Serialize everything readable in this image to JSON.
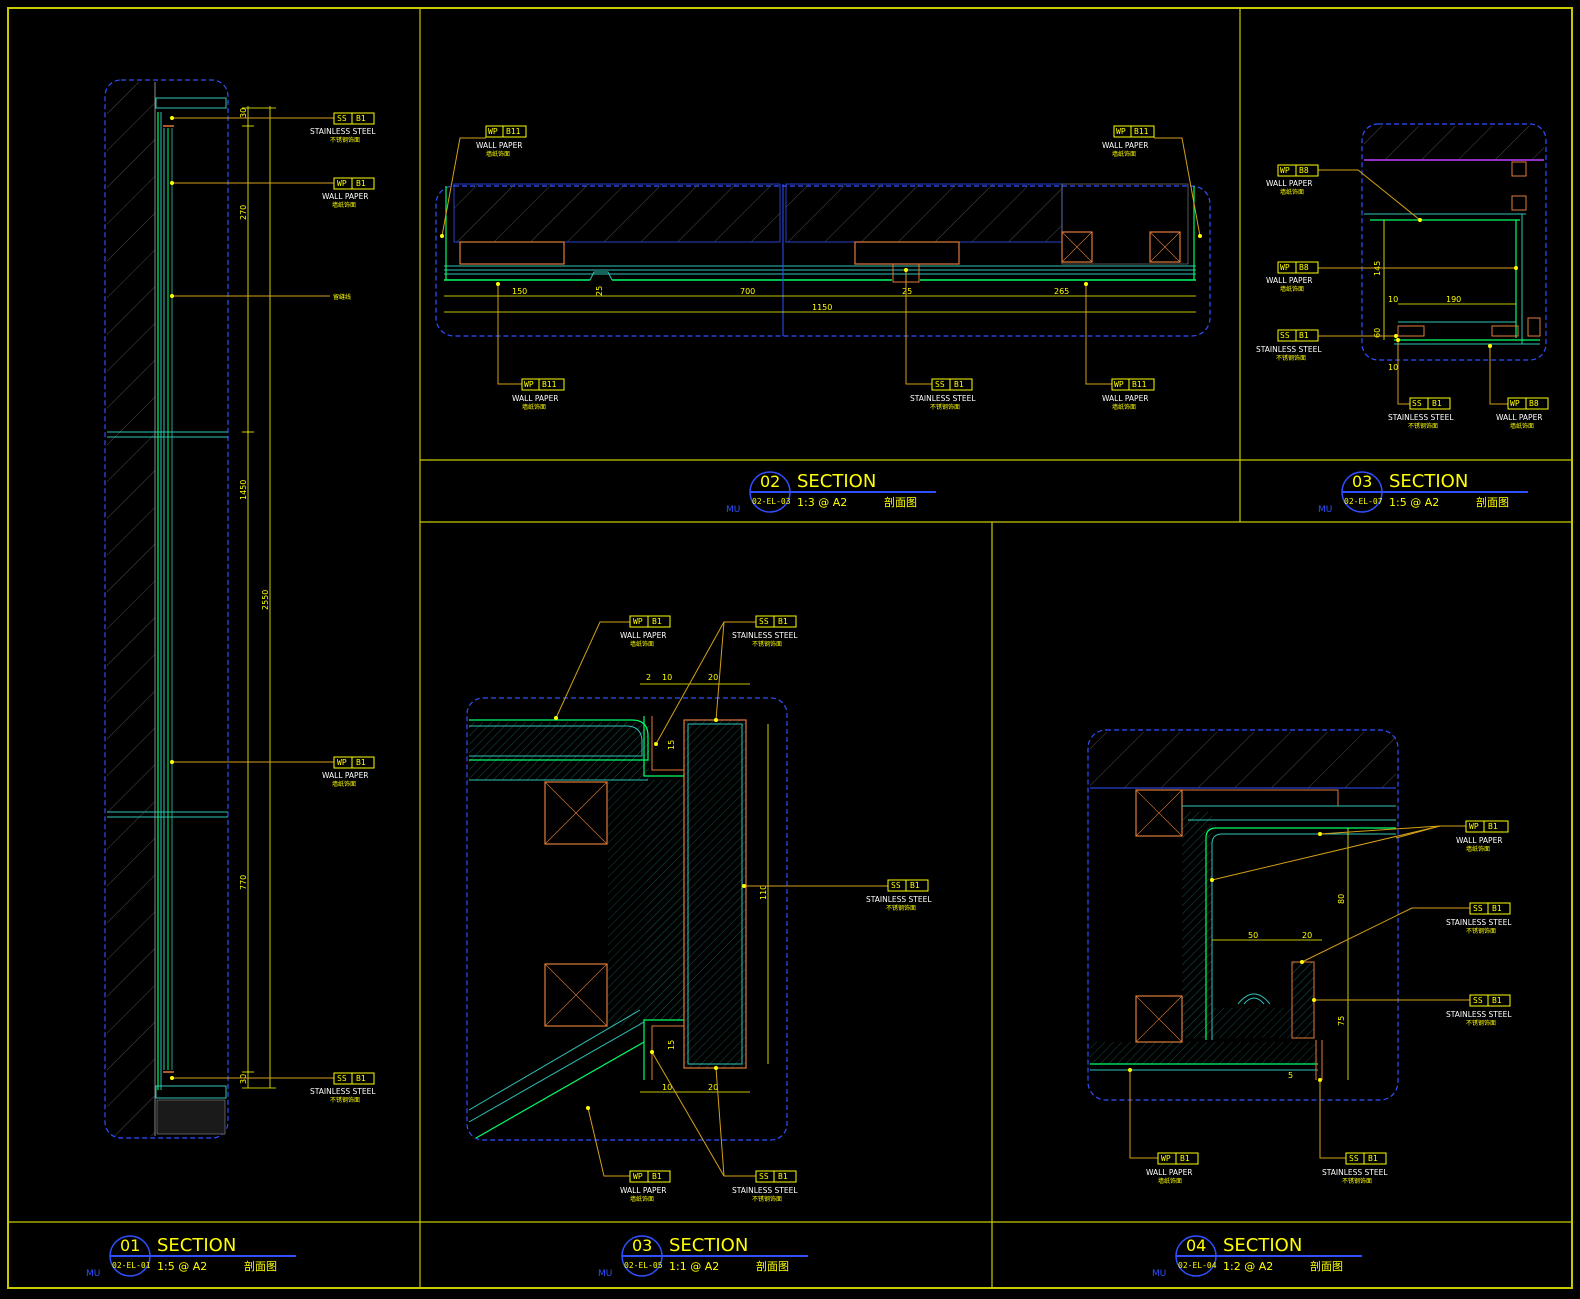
{
  "drawing": {
    "materials": {
      "ss": {
        "code": "SS",
        "num": "B1",
        "en": "STAINLESS STEEL",
        "cn": "不锈钢饰面"
      },
      "wp_b1": {
        "code": "WP",
        "num": "B1",
        "en": "WALL PAPER",
        "cn": "墙纸饰面"
      },
      "wp_b11": {
        "code": "WP",
        "num": "B11",
        "en": "WALL PAPER",
        "cn": "墙纸饰面"
      },
      "wp_b8": {
        "code": "WP",
        "num": "B8",
        "en": "WALL PAPER",
        "cn": "墙纸饰面"
      },
      "note_shadow_gap": "留缝线"
    },
    "views": [
      {
        "id": "v01",
        "num": "01",
        "ref": "02-EL-01",
        "word": "SECTION",
        "scale": "1:5 @ A2",
        "cn": "剖面图",
        "mu": "MU"
      },
      {
        "id": "v02",
        "num": "02",
        "ref": "02-EL-03",
        "word": "SECTION",
        "scale": "1:3 @ A2",
        "cn": "剖面图",
        "mu": "MU"
      },
      {
        "id": "v03a",
        "num": "03",
        "ref": "02-EL-07",
        "word": "SECTION",
        "scale": "1:5 @ A2",
        "cn": "剖面图",
        "mu": "MU"
      },
      {
        "id": "v03b",
        "num": "03",
        "ref": "02-EL-05",
        "word": "SECTION",
        "scale": "1:1 @ A2",
        "cn": "剖面图",
        "mu": "MU"
      },
      {
        "id": "v04",
        "num": "04",
        "ref": "02-EL-04",
        "word": "SECTION",
        "scale": "1:2 @ A2",
        "cn": "剖面图",
        "mu": "MU"
      }
    ],
    "dims": {
      "v01": [
        "30",
        "270",
        "1450",
        "2550",
        "770",
        "30"
      ],
      "v02": [
        "150",
        "25",
        "700",
        "25",
        "265",
        "1150"
      ],
      "v03a": [
        "145",
        "10",
        "190",
        "60",
        "10"
      ],
      "v03b": [
        "2",
        "10",
        "20",
        "15",
        "110",
        "15",
        "10",
        "20"
      ],
      "v04": [
        "80",
        "50",
        "20",
        "75",
        "5"
      ]
    }
  }
}
